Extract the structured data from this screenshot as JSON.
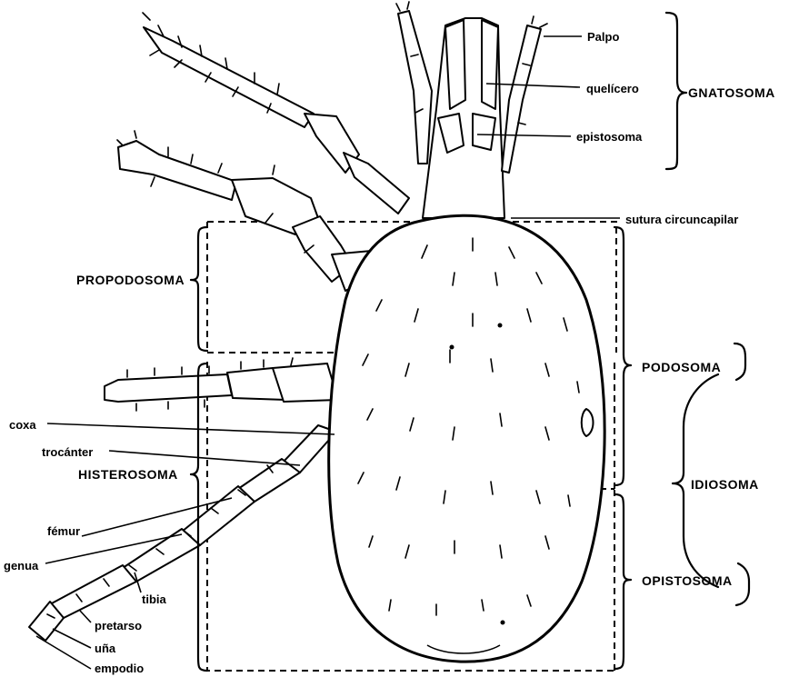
{
  "labels": {
    "palpo": "Palpo",
    "quelicero": "quelícero",
    "epistosoma": "epistosoma",
    "sutura": "sutura circuncapilar",
    "coxa": "coxa",
    "trocanter": "trocánter",
    "femur": "fémur",
    "genua": "genua",
    "tibia": "tibia",
    "pretarso": "pretarso",
    "una": "uña",
    "empodio": "empodio"
  },
  "regions": {
    "gnatosoma": "GNATOSOMA",
    "propodosoma": "PROPODOSOMA",
    "histerosoma": "HISTEROSOMA",
    "podosoma": "PODOSOMA",
    "idiosoma": "IDIOSOMA",
    "opistosoma": "OPISTOSOMA"
  }
}
